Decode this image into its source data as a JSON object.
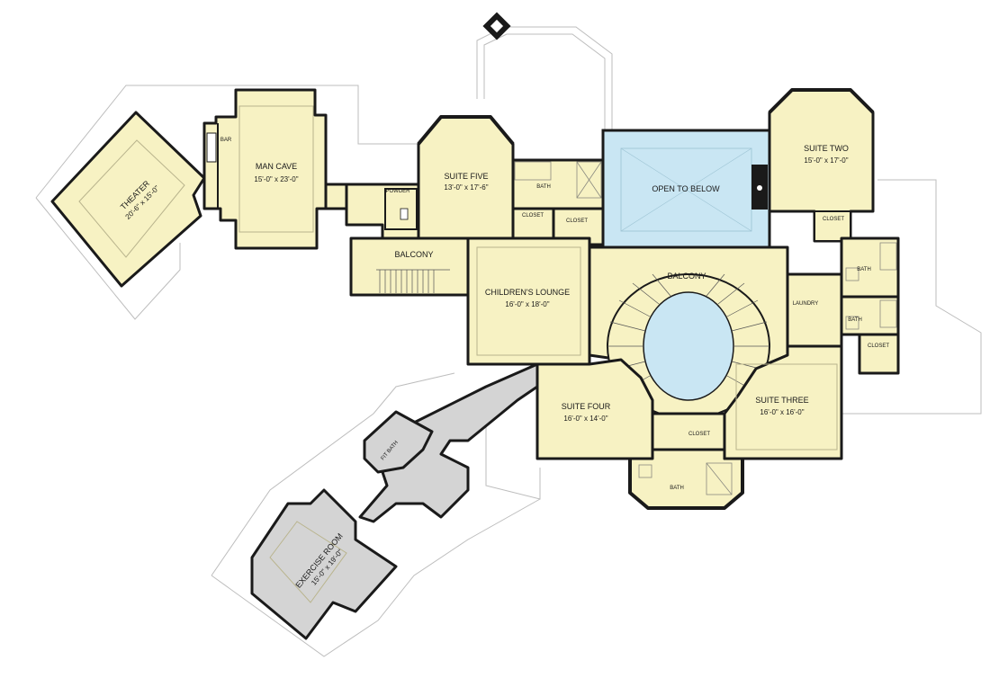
{
  "rooms": {
    "theater": {
      "name": "THEATER",
      "size": "20'-6\" x 15'-0\""
    },
    "bar": {
      "name": "BAR"
    },
    "man_cave": {
      "name": "MAN CAVE",
      "size": "15'-0\" x 23'-0\""
    },
    "powder": {
      "name": "POWDER"
    },
    "balcony_west": {
      "name": "BALCONY"
    },
    "suite_five": {
      "name": "SUITE FIVE",
      "size": "13'-0\" x 17'-6\""
    },
    "bath_five": {
      "name": "BATH"
    },
    "closet_five_a": {
      "name": "CLOSET"
    },
    "closet_five_b": {
      "name": "CLOSET"
    },
    "open_to_below": {
      "name": "OPEN TO BELOW"
    },
    "suite_two": {
      "name": "SUITE TWO",
      "size": "15'-0\" x 17'-0\""
    },
    "closet_two": {
      "name": "CLOSET"
    },
    "bath_two": {
      "name": "BATH"
    },
    "childrens_lounge": {
      "name": "CHILDREN'S LOUNGE",
      "size": "16'-0\" x 18'-0\""
    },
    "balcony_center": {
      "name": "BALCONY"
    },
    "laundry": {
      "name": "LAUNDRY"
    },
    "bath_three": {
      "name": "BATH"
    },
    "closet_three": {
      "name": "CLOSET"
    },
    "suite_four": {
      "name": "SUITE FOUR",
      "size": "16'-0\" x 14'-0\""
    },
    "closet_four": {
      "name": "CLOSET"
    },
    "bath_four": {
      "name": "BATH"
    },
    "suite_three": {
      "name": "SUITE THREE",
      "size": "16'-0\" x 16'-0\""
    },
    "fit_bath": {
      "name": "FIT BATH"
    },
    "exercise_room": {
      "name": "EXERCISE ROOM",
      "size": "15'-0\" x 19'-0\""
    }
  },
  "colors": {
    "room_fill": "#f7f2c3",
    "open_fill": "#c9e6f3",
    "exercise_fill": "#d4d4d4",
    "wall": "#1a1a1a"
  },
  "icons": {
    "north_marker": "diamond-compass-icon"
  }
}
